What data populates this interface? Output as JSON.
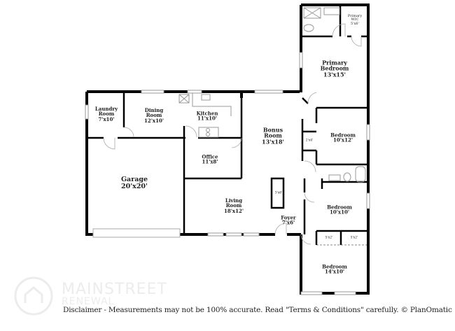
{
  "floorplan": {
    "rooms": [
      {
        "id": "primary-wic",
        "name": "Primary WIC",
        "dims": "5'x6'"
      },
      {
        "id": "primary-bedroom",
        "name": "Primary Bedroom",
        "dims": "13'x15'"
      },
      {
        "id": "laundry-room",
        "name": "Laundry Room",
        "dims": "7'x10'"
      },
      {
        "id": "dining-room",
        "name": "Dining Room",
        "dims": "12'x10'"
      },
      {
        "id": "kitchen",
        "name": "Kitchen",
        "dims": "11'x10'"
      },
      {
        "id": "bonus-room",
        "name": "Bonus Room",
        "dims": "13'x18'"
      },
      {
        "id": "bedroom-2",
        "name": "Bedroom",
        "dims": "10'x12'"
      },
      {
        "id": "closet-2x4",
        "name": "",
        "dims": "2'x4'"
      },
      {
        "id": "garage",
        "name": "Garage",
        "dims": "20'x20'"
      },
      {
        "id": "office",
        "name": "Office",
        "dims": "11'x8'"
      },
      {
        "id": "closet-3x6",
        "name": "",
        "dims": "3'x6'"
      },
      {
        "id": "living-room",
        "name": "Living Room",
        "dims": "18'x12'"
      },
      {
        "id": "foyer",
        "name": "Foyer",
        "dims": "7'x6'"
      },
      {
        "id": "bedroom-3",
        "name": "Bedroom",
        "dims": "10'x10'"
      },
      {
        "id": "closet-5x2-a",
        "name": "",
        "dims": "5'x2'"
      },
      {
        "id": "closet-5x2-b",
        "name": "",
        "dims": "5'x2'"
      },
      {
        "id": "bedroom-4",
        "name": "Bedroom",
        "dims": "14'x10'"
      }
    ]
  },
  "labels": {
    "primary_wic_1": "Primary",
    "primary_wic_2": "WIC",
    "primary_bed_1": "Primary",
    "primary_bed_2": "Bedroom",
    "laundry_1": "Laundry",
    "laundry_2": "Room",
    "dining_1": "Dining",
    "dining_2": "Room",
    "bonus_1": "Bonus",
    "bonus_2": "Room",
    "living_1": "Living",
    "living_2": "Room"
  },
  "watermark": {
    "brand_line1": "MAINSTREET",
    "brand_line2": "RENEWAL"
  },
  "footer": {
    "disclaimer": "Disclaimer - Measurements may not be 100% accurate. Read \"Terms & Conditions\" carefully. © PlanOmatic"
  },
  "colors": {
    "wall": "#000000",
    "fixture": "#999999",
    "window": "#bbbbbb",
    "watermark": "#ececec",
    "text": "#222222"
  }
}
